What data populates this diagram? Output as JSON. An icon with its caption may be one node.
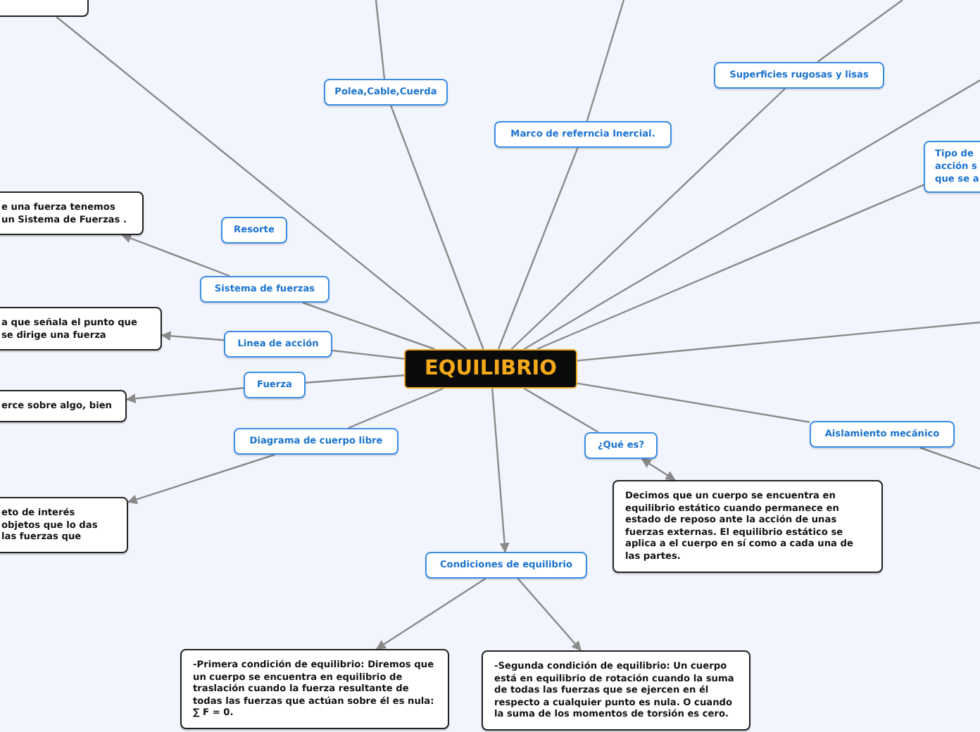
{
  "diagram": {
    "nodes": [
      {
        "text": [
          "EQUILIBRIO"
        ]
      },
      {
        "text": [],
        "shape": "box"
      },
      {
        "text": [
          "Polea,Cable,Cuerda"
        ]
      },
      {
        "text": [
          "Marco de referncia Inercial."
        ]
      },
      {
        "text": [
          "Superficies rugosas y lisas"
        ]
      },
      {
        "text": [
          "Tipo de acción s que se a"
        ]
      },
      {
        "text": [
          "e una fuerza tenemos un Sistema de Fuerzas ."
        ]
      },
      {
        "text": [
          "Resorte"
        ]
      },
      {
        "text": [
          "Sistema de fuerzas"
        ]
      },
      {
        "text": [
          "a que señala el punto que se dirige una fuerza"
        ]
      },
      {
        "text": [
          "Linea de acción"
        ]
      },
      {
        "text": [
          "Fuerza"
        ]
      },
      {
        "text": [
          "erce sobre algo, bien"
        ]
      },
      {
        "text": [
          "Diagrama de cuerpo libre"
        ]
      },
      {
        "text": [
          "eto de interés objetos que lo das las fuerzas que"
        ]
      },
      {
        "text": [
          "¿Qué es?"
        ]
      },
      {
        "text": [
          "Aislamiento mecánico"
        ]
      },
      {
        "text": [
          "Decimos que un cuerpo se encuentra en equilibrio estático cuando permanece en estado de reposo ante la acción de unas fuerzas externas. El equilibrio estático se aplica a el cuerpo en sí como a cada una de las partes."
        ]
      },
      {
        "text": [
          "Condiciones de equilibrio"
        ]
      },
      {
        "text": [
          "-Primera condición de equilibrio: Diremos que un cuerpo se encuentra en equilibrio de traslación cuando la fuerza resultante de todas las fuerzas que actúan sobre él es nula: ∑ F = 0."
        ]
      },
      {
        "text": [
          "-Segunda condición de equilibrio: Un cuerpo está en equilibrio de rotación cuando la suma de todas las fuerzas que se ejercen en él respecto a cualquier punto es nula. O cuando la suma de los momentos de torsión es cero."
        ]
      }
    ],
    "edges": [
      {
        "from": 0,
        "to": 1,
        "arrow": "none"
      },
      {
        "from": 0,
        "to": 2,
        "arrow": "none"
      },
      {
        "from": 2,
        "to": null,
        "arrow": "none"
      },
      {
        "from": 0,
        "to": 3,
        "arrow": "none"
      },
      {
        "from": 3,
        "to": null,
        "arrow": "none"
      },
      {
        "from": 0,
        "to": 4,
        "arrow": "none"
      },
      {
        "from": 4,
        "to": null,
        "arrow": "none"
      },
      {
        "from": 0,
        "to": null,
        "arrow": "none"
      },
      {
        "from": 0,
        "to": 5,
        "arrow": "none"
      },
      {
        "from": 0,
        "to": null,
        "arrow": "none"
      },
      {
        "from": 0,
        "to": 16,
        "arrow": "none"
      },
      {
        "from": 16,
        "to": null,
        "arrow": "none"
      },
      {
        "from": 0,
        "to": 8,
        "arrow": "none"
      },
      {
        "from": 8,
        "to": 6,
        "arrow": "to"
      },
      {
        "from": 0,
        "to": 10,
        "arrow": "none"
      },
      {
        "from": 10,
        "to": 9,
        "arrow": "to"
      },
      {
        "from": 0,
        "to": 11,
        "arrow": "none"
      },
      {
        "from": 11,
        "to": 12,
        "arrow": "to"
      },
      {
        "from": 0,
        "to": 13,
        "arrow": "none"
      },
      {
        "from": 13,
        "to": 14,
        "arrow": "to"
      },
      {
        "from": 0,
        "to": 15,
        "arrow": "none"
      },
      {
        "from": 15,
        "to": 17,
        "arrow": "both"
      },
      {
        "from": 0,
        "to": 18,
        "arrow": "to"
      },
      {
        "from": 18,
        "to": 19,
        "arrow": "to"
      },
      {
        "from": 18,
        "to": 20,
        "arrow": "to"
      }
    ]
  }
}
